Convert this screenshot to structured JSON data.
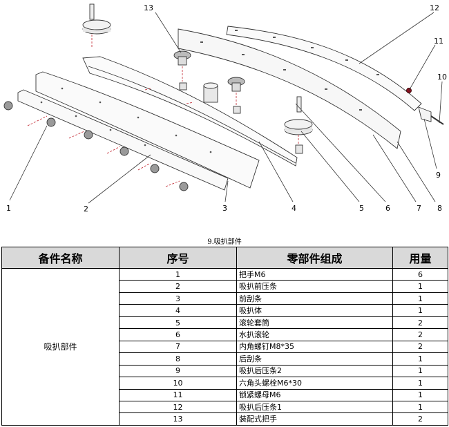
{
  "diagram": {
    "callouts": [
      {
        "id": "c1",
        "text": "1"
      },
      {
        "id": "c2",
        "text": "2"
      },
      {
        "id": "c3",
        "text": "3"
      },
      {
        "id": "c4",
        "text": "4"
      },
      {
        "id": "c5",
        "text": "5"
      },
      {
        "id": "c6",
        "text": "6"
      },
      {
        "id": "c7",
        "text": "7"
      },
      {
        "id": "c8",
        "text": "8"
      },
      {
        "id": "c9",
        "text": "9"
      },
      {
        "id": "c10",
        "text": "10"
      },
      {
        "id": "c11",
        "text": "11"
      },
      {
        "id": "c12",
        "text": "12"
      },
      {
        "id": "c13",
        "text": "13"
      }
    ]
  },
  "caption": "9.吸扒部件",
  "table": {
    "headers": [
      "备件名称",
      "序号",
      "零部件组成",
      "用量"
    ],
    "group": "吸扒部件",
    "rows": [
      {
        "no": "1",
        "part": "把手M6",
        "qty": "6"
      },
      {
        "no": "2",
        "part": "吸扒前压条",
        "qty": "1"
      },
      {
        "no": "3",
        "part": "前刮条",
        "qty": "1"
      },
      {
        "no": "4",
        "part": "吸扒体",
        "qty": "1"
      },
      {
        "no": "5",
        "part": "滚轮套筒",
        "qty": "2"
      },
      {
        "no": "6",
        "part": "水扒滚轮",
        "qty": "2"
      },
      {
        "no": "7",
        "part": "内角螺钉M8*35",
        "qty": "2"
      },
      {
        "no": "8",
        "part": "后刮条",
        "qty": "1"
      },
      {
        "no": "9",
        "part": "吸扒后压条2",
        "qty": "1"
      },
      {
        "no": "10",
        "part": "六角头螺栓M6*30",
        "qty": "1"
      },
      {
        "no": "11",
        "part": "锁紧螺母M6",
        "qty": "1"
      },
      {
        "no": "12",
        "part": "吸扒后压条1",
        "qty": "1"
      },
      {
        "no": "13",
        "part": "装配式把手",
        "qty": "2"
      }
    ]
  }
}
